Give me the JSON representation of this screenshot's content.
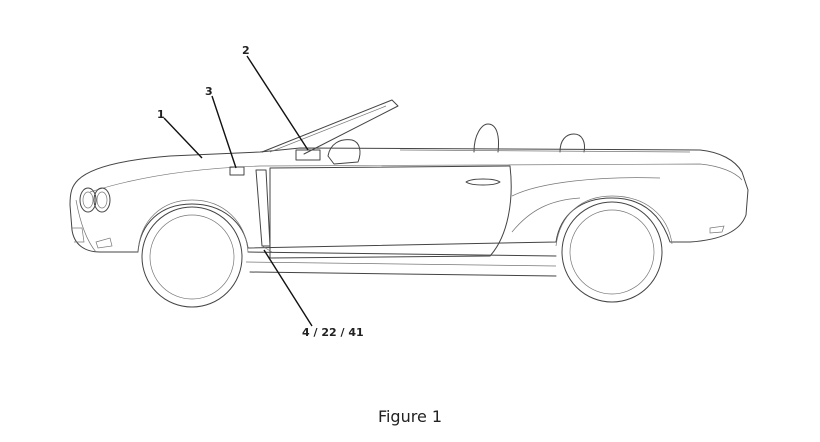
{
  "figure": {
    "caption": "Figure 1",
    "reference_labels": {
      "label_1": "1",
      "label_2": "2",
      "label_3": "3",
      "label_4": "4 / 22 / 41"
    },
    "subject": "convertible-car-side-view-patent-drawing"
  }
}
